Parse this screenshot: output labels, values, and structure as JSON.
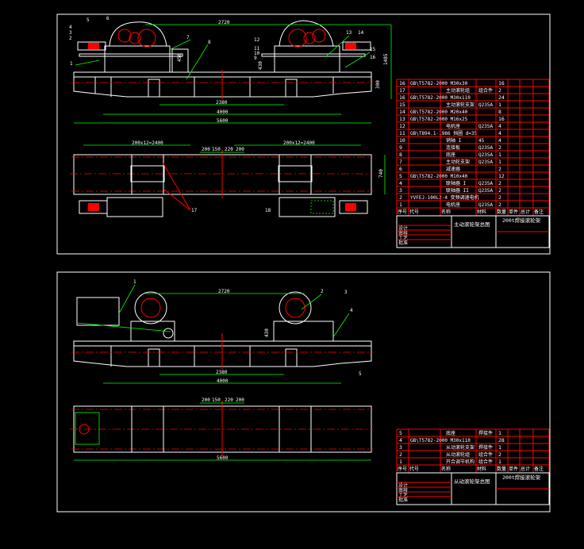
{
  "sheet1": {
    "dims": {
      "d2720": "2720",
      "d1485": "1485",
      "d450": "450",
      "d430": "430",
      "d300": "300",
      "d2380": "2380",
      "d4000": "4000",
      "d5600": "5600",
      "pitch_left": "200x12=2400",
      "pitch_right": "200x12=2400",
      "s200a": "200",
      "s150": "150",
      "s220": "220",
      "s200b": "200",
      "d740": "740"
    },
    "balloons": [
      "1",
      "2",
      "3",
      "4",
      "5",
      "6",
      "7",
      "8",
      "9",
      "10",
      "11",
      "12",
      "13",
      "14",
      "15",
      "16",
      "17",
      "18"
    ],
    "bom": [
      {
        "no": "16",
        "code": "GB\\T5782-2000 M30x30",
        "name": "",
        "material": "",
        "qty": "16"
      },
      {
        "no": "17",
        "code": "",
        "name": "主动滚轮组",
        "material": "组合件",
        "qty": "2"
      },
      {
        "no": "16",
        "code": "GB\\T5782-2000 M30x110",
        "name": "",
        "material": "",
        "qty": "24"
      },
      {
        "no": "15",
        "code": "",
        "name": "主动滚轮支架",
        "material": "Q235A",
        "qty": "1"
      },
      {
        "no": "14",
        "code": "GB\\T5782-2000 M20x40",
        "name": "",
        "material": "",
        "qty": "8"
      },
      {
        "no": "13",
        "code": "GB\\T5782-2000 M16x25",
        "name": "",
        "material": "",
        "qty": "16"
      },
      {
        "no": "12",
        "code": "",
        "name": "电机座",
        "material": "Q235A",
        "qty": "4"
      },
      {
        "no": "11",
        "code": "GB\\T894.1-1986 挡圈 d=35",
        "name": "",
        "material": "",
        "qty": "4"
      },
      {
        "no": "10",
        "code": "",
        "name": "销轴 I",
        "material": "45",
        "qty": "4"
      },
      {
        "no": "9",
        "code": "",
        "name": "连接板",
        "material": "Q235A",
        "qty": "2"
      },
      {
        "no": "8",
        "code": "",
        "name": "底座",
        "material": "Q235A",
        "qty": "1"
      },
      {
        "no": "7",
        "code": "",
        "name": "主动轮支架",
        "material": "Q235A",
        "qty": "1"
      },
      {
        "no": "6",
        "code": "",
        "name": "减速器",
        "material": "",
        "qty": "2"
      },
      {
        "no": "5",
        "code": "GB\\T5782-2000 M10x40",
        "name": "",
        "material": "",
        "qty": "12"
      },
      {
        "no": "4",
        "code": "",
        "name": "联轴器 I",
        "material": "Q235A",
        "qty": "2"
      },
      {
        "no": "3",
        "code": "",
        "name": "联轴器 II",
        "material": "Q235A",
        "qty": "2"
      },
      {
        "no": "2",
        "code": "YVFEJ-100L2-4 变频调速电机",
        "name": "",
        "material": "",
        "qty": "2"
      },
      {
        "no": "1",
        "code": "",
        "name": "电机座",
        "material": "Q235A",
        "qty": "2"
      }
    ],
    "bom_header": [
      "序号",
      "代号",
      "名称",
      "材料",
      "数量",
      "单件",
      "总计",
      "备注"
    ],
    "title": "主动滚轮架总图",
    "project": "200t焊接滚轮架",
    "sign_labels": [
      "设计",
      "审核",
      "工艺",
      "批准"
    ]
  },
  "sheet2": {
    "dims": {
      "d2720": "2720",
      "d430": "430",
      "d2380": "2380",
      "d4000": "4000",
      "d5600": "5600",
      "s200a": "200",
      "s150": "150",
      "s220": "220",
      "s200b": "200"
    },
    "balloons": [
      "1",
      "2",
      "3",
      "4",
      "5"
    ],
    "bom": [
      {
        "no": "5",
        "code": "",
        "name": "底座",
        "material": "焊接件",
        "qty": "1"
      },
      {
        "no": "4",
        "code": "GB\\T5782-2000 M30x110",
        "name": "",
        "material": "",
        "qty": "28"
      },
      {
        "no": "3",
        "code": "",
        "name": "从动滚轮支架",
        "material": "焊接件",
        "qty": "1"
      },
      {
        "no": "2",
        "code": "",
        "name": "从动滚轮组",
        "material": "组合件",
        "qty": "2"
      },
      {
        "no": "1",
        "code": "",
        "name": "开合调节机构",
        "material": "组合件",
        "qty": "1"
      }
    ],
    "bom_header": [
      "序号",
      "代号",
      "名称",
      "材料",
      "数量",
      "单件",
      "总计",
      "备注"
    ],
    "title": "从动滚轮架总图",
    "project": "200t焊接滚轮架",
    "sign_labels": [
      "设计",
      "审核",
      "工艺",
      "批准"
    ]
  },
  "colors": {
    "background": "#000000",
    "outline": "#ffffff",
    "centerline": "#ff0000",
    "dimension": "#00ff00"
  }
}
